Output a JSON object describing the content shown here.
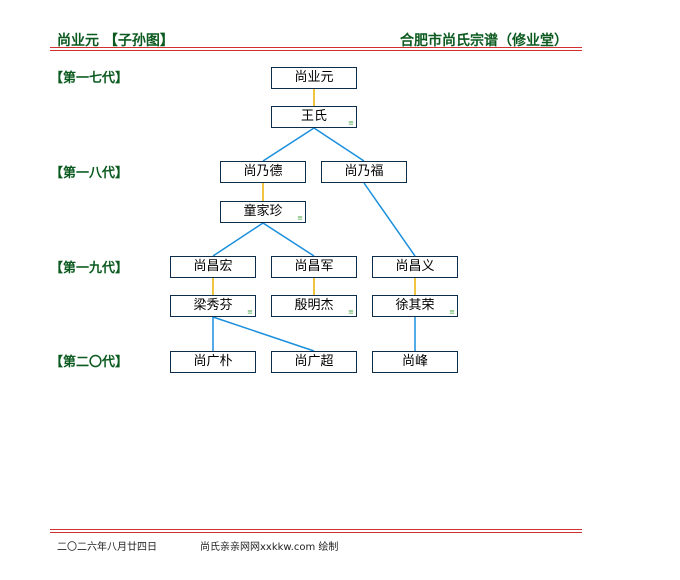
{
  "header": {
    "left": "尚业元 【子孙图】",
    "right": "合肥市尚氏宗谱（修业堂）"
  },
  "generations": [
    "【第一七代】",
    "【第一八代】",
    "【第一九代】",
    "【第二〇代】"
  ],
  "nodes": {
    "n1": "尚业元",
    "n2": "王氏",
    "n3": "尚乃德",
    "n4": "尚乃福",
    "n5": "童家珍",
    "n6": "尚昌宏",
    "n7": "尚昌军",
    "n8": "尚昌义",
    "n9": "梁秀芬",
    "n10": "殷明杰",
    "n11": "徐其荣",
    "n12": "尚广朴",
    "n13": "尚广超",
    "n14": "尚峰"
  },
  "spouse_marker": "≡",
  "footer": {
    "date": "二〇二六年八月廿四日",
    "site": "尚氏亲亲网网xxkkw.com 绘制"
  },
  "colors": {
    "title_green": "#0b5a1f",
    "rule_red": "#d03030",
    "child_line": "#1a8fdc",
    "spouse_line": "#e8b000",
    "box_border": "#0d2d4a"
  }
}
